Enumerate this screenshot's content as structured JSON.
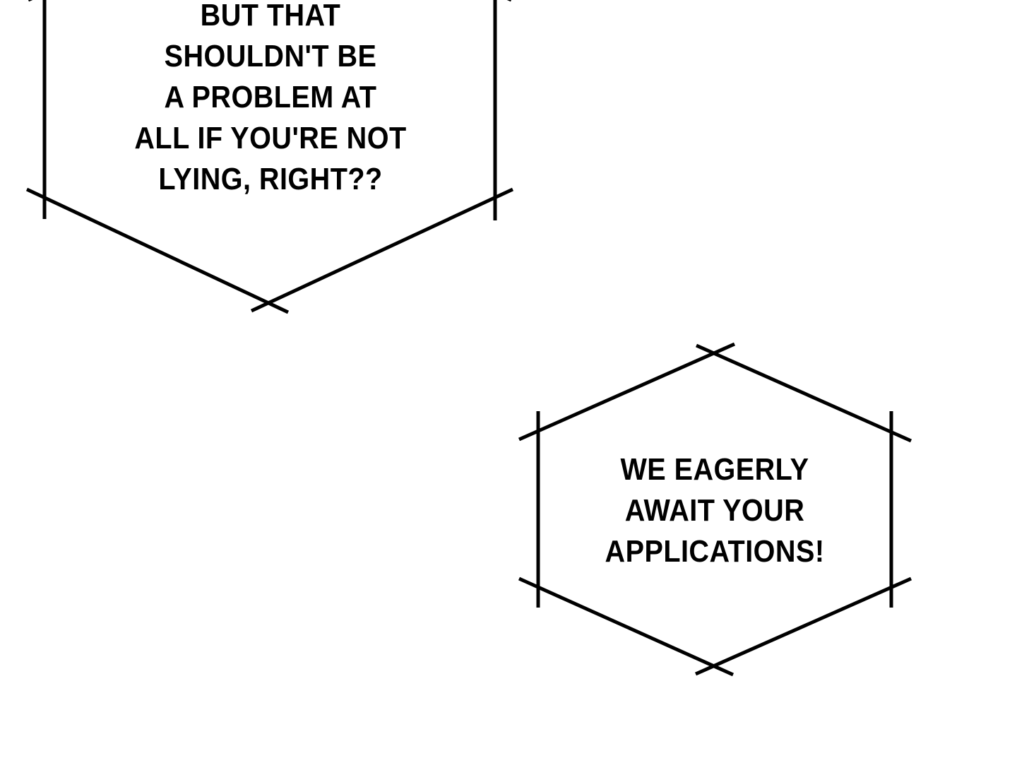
{
  "bubbles": [
    {
      "lines": [
        "But that",
        "shouldn't be",
        "a problem at",
        "all if you're not",
        "lying, right??"
      ]
    },
    {
      "lines": [
        "We eagerly",
        "await your",
        "applications!"
      ]
    }
  ],
  "colors": {
    "ink": "#000000",
    "paper": "#ffffff"
  }
}
